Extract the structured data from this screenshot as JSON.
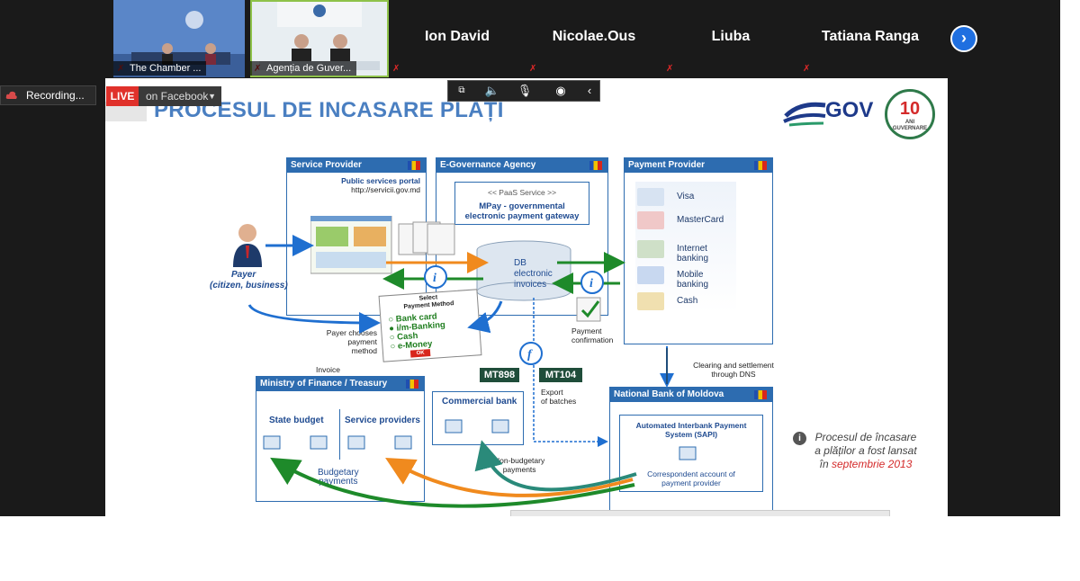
{
  "participants": {
    "video": [
      {
        "label": "The Chamber ..."
      },
      {
        "label": "Agenția de Guver..."
      }
    ],
    "names": [
      {
        "label": "Ion David"
      },
      {
        "label": "Nicolae.Ous"
      },
      {
        "label": "Liuba"
      },
      {
        "label": "Tatiana Ranga"
      }
    ],
    "next_icon": "chevron-right-icon"
  },
  "recording": {
    "label": "Recording..."
  },
  "live": {
    "tag": "LIVE",
    "platform": "on Facebook"
  },
  "share_toolbar": {
    "icons": [
      "screen-share-icon",
      "speaker-icon",
      "mic-icon",
      "broadcast-icon",
      "collapse-icon"
    ]
  },
  "slide": {
    "title": "PROCESUL DE INCASARE PLĂȚI",
    "logo_text": "GOV",
    "seal": {
      "number": "10",
      "line1": "ANI",
      "line2": "GUVERNARE"
    },
    "payer": {
      "title": "Payer",
      "subtitle": "(citizen, business)"
    },
    "service_provider": {
      "header": "Service Provider",
      "portal": "Public services portal",
      "url": "http://servicii.gov.md",
      "invoice": "Invoice"
    },
    "egov_agency": {
      "header": "E-Governance Agency",
      "paas": "<< PaaS Service >>",
      "mpay1": "MPay - governmental",
      "mpay2": "electronic payment gateway",
      "db1": "DB",
      "db2": "electronic",
      "db3": "invoices"
    },
    "payment_provider": {
      "header": "Payment Provider",
      "items": [
        "Visa",
        "MasterCard",
        "Internet banking",
        "Mobile banking",
        "Cash"
      ]
    },
    "select_payment": {
      "title1": "Select",
      "title2": "Payment Method",
      "options": [
        "Bank card",
        "i/m-Banking",
        "Cash",
        "e-Money"
      ],
      "ok": "OK"
    },
    "payer_chooses": {
      "line1": "Payer chooses",
      "line2": "payment method"
    },
    "payment_confirmation": {
      "line1": "Payment",
      "line2": "confirmation"
    },
    "clearing": {
      "line1": "Clearing and settlement",
      "line2": "through DNS"
    },
    "tags": {
      "mt898": "MT898",
      "mt104": "MT104"
    },
    "export": {
      "line1": "Export",
      "line2": "of batches"
    },
    "ministry": {
      "header": "Ministry of Finance / Treasury",
      "state_budget": "State budget",
      "service_providers": "Service providers",
      "budgetary1": "Budgetary",
      "budgetary2": "payments"
    },
    "commercial_bank": {
      "header": "Commercial bank"
    },
    "non_budgetary": {
      "line1": "Non-budgetary",
      "line2": "payments"
    },
    "national_bank": {
      "header": "National Bank of Moldova",
      "sapi1": "Automated Interbank Payment",
      "sapi2": "System (SAPI)",
      "corr1": "Correspondent account of",
      "corr2": "payment provider"
    },
    "note": {
      "line1": "Procesul de încasare",
      "line2": "a plăților a fost lansat",
      "line3_prefix": "în",
      "line3_highlight": "septembrie 2013"
    }
  },
  "colors": {
    "accent": "#2d6cb0",
    "live": "#e0312b",
    "green": "#1e7d1e",
    "orange": "#f08a1e",
    "teal": "#2a8a7a"
  }
}
